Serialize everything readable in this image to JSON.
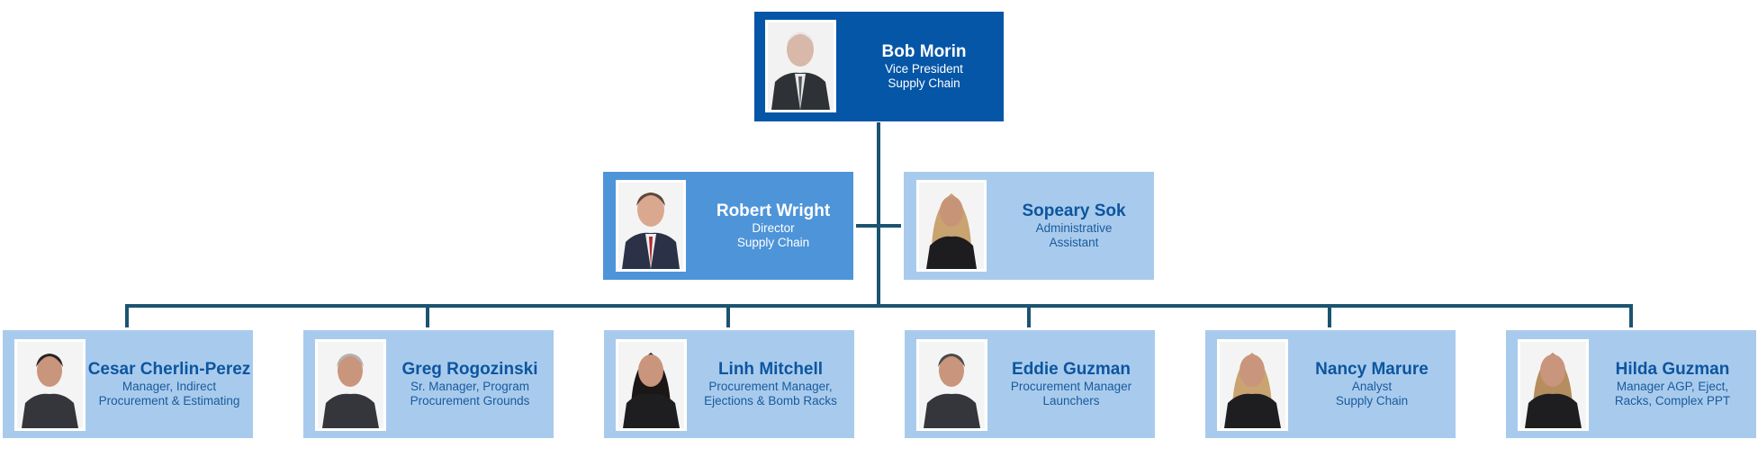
{
  "colors": {
    "vp_box": "#0556a7",
    "director_box": "#4e94d9",
    "staff_box": "#a8cbed",
    "connector": "#1b5470",
    "name_dark": "#0d559f"
  },
  "chart": {
    "root": {
      "name": "Bob Morin",
      "title_line1": "Vice President",
      "title_line2": "Supply Chain",
      "photo": "portrait-photo"
    },
    "second_level": [
      {
        "name": "Robert Wright",
        "title_line1": "Director",
        "title_line2": "Supply Chain",
        "photo": "portrait-photo"
      },
      {
        "name": "Sopeary Sok",
        "title_line1": "Administrative",
        "title_line2": "Assistant",
        "photo": "portrait-photo"
      }
    ],
    "reports": [
      {
        "name": "Cesar Cherlin-Perez",
        "title_line1": "Manager, Indirect",
        "title_line2": "Procurement & Estimating",
        "photo": "portrait-photo"
      },
      {
        "name": "Greg Rogozinski",
        "title_line1": "Sr. Manager, Program",
        "title_line2": "Procurement Grounds",
        "photo": "portrait-photo"
      },
      {
        "name": "Linh Mitchell",
        "title_line1": "Procurement Manager,",
        "title_line2": "Ejections & Bomb Racks",
        "photo": "portrait-photo"
      },
      {
        "name": "Eddie Guzman",
        "title_line1": "Procurement Manager",
        "title_line2": "Launchers",
        "photo": "portrait-photo"
      },
      {
        "name": "Nancy Marure",
        "title_line1": "Analyst",
        "title_line2": "Supply Chain",
        "photo": "portrait-photo"
      },
      {
        "name": "Hilda Guzman",
        "title_line1": "Manager AGP, Eject,",
        "title_line2": "Racks, Complex PPT",
        "photo": "portrait-photo"
      }
    ]
  }
}
